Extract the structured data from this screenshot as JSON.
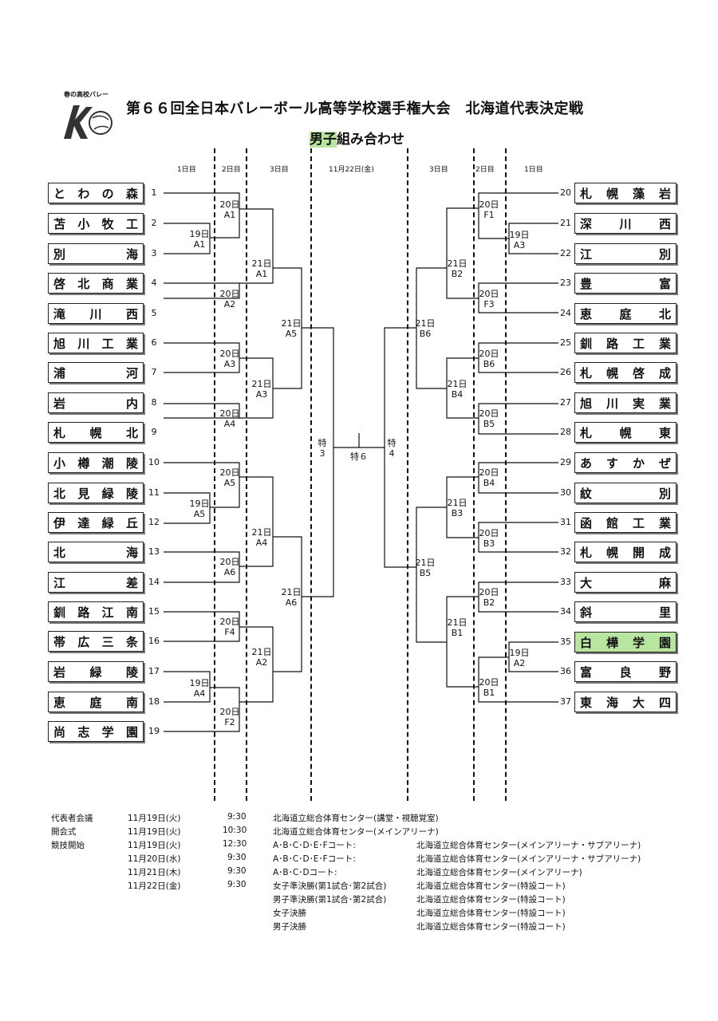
{
  "header": {
    "logo_text": "春の高校バレー",
    "title": "第６６回全日本バレーボール高等学校選手権大会　北海道代表決定戦",
    "subtitle_highlight": "男子",
    "subtitle_rest": "組み合わせ"
  },
  "columns": {
    "left": [
      "1日目",
      "2日目",
      "3日目"
    ],
    "center": "11月22日(金)",
    "right": [
      "3日目",
      "2日目",
      "1日目"
    ]
  },
  "teams_left": [
    {
      "name": "とわの森",
      "seed": "1"
    },
    {
      "name": "苫小牧工",
      "seed": "2"
    },
    {
      "name": "別海",
      "seed": "3"
    },
    {
      "name": "啓北商業",
      "seed": "4"
    },
    {
      "name": "滝川西",
      "seed": "5"
    },
    {
      "name": "旭川工業",
      "seed": "6"
    },
    {
      "name": "浦河",
      "seed": "7"
    },
    {
      "name": "岩内",
      "seed": "8"
    },
    {
      "name": "札幌北",
      "seed": "9"
    },
    {
      "name": "小樽潮陵",
      "seed": "10"
    },
    {
      "name": "北見緑陵",
      "seed": "11"
    },
    {
      "name": "伊達緑丘",
      "seed": "12"
    },
    {
      "name": "北海",
      "seed": "13"
    },
    {
      "name": "江差",
      "seed": "14"
    },
    {
      "name": "釧路江南",
      "seed": "15"
    },
    {
      "name": "帯広三条",
      "seed": "16"
    },
    {
      "name": "岩緑陵",
      "seed": "17"
    },
    {
      "name": "恵庭南",
      "seed": "18"
    },
    {
      "name": "尚志学園",
      "seed": "19"
    }
  ],
  "teams_right": [
    {
      "name": "札幌藻岩",
      "seed": "20"
    },
    {
      "name": "深川西",
      "seed": "21"
    },
    {
      "name": "江別",
      "seed": "22"
    },
    {
      "name": "豊富",
      "seed": "23"
    },
    {
      "name": "恵庭北",
      "seed": "24"
    },
    {
      "name": "釧路工業",
      "seed": "25"
    },
    {
      "name": "札幌啓成",
      "seed": "26"
    },
    {
      "name": "旭川実業",
      "seed": "27"
    },
    {
      "name": "札幌東",
      "seed": "28"
    },
    {
      "name": "あすかぜ",
      "seed": "29"
    },
    {
      "name": "紋別",
      "seed": "30"
    },
    {
      "name": "函館工業",
      "seed": "31"
    },
    {
      "name": "札幌開成",
      "seed": "32"
    },
    {
      "name": "大麻",
      "seed": "33"
    },
    {
      "name": "斜里",
      "seed": "34"
    },
    {
      "name": "白樺学園",
      "seed": "35",
      "highlight": true
    },
    {
      "name": "富良野",
      "seed": "36"
    },
    {
      "name": "東海大四",
      "seed": "37"
    }
  ],
  "match_labels": {
    "l19a1": [
      "19日",
      "A1"
    ],
    "l20a1": [
      "20日",
      "A1"
    ],
    "l20a2": [
      "20日",
      "A2"
    ],
    "l20a3": [
      "20日",
      "A3"
    ],
    "l20a4": [
      "20日",
      "A4"
    ],
    "l19a5": [
      "19日",
      "A5"
    ],
    "l20a5": [
      "20日",
      "A5"
    ],
    "l20a6": [
      "20日",
      "A6"
    ],
    "l20f4": [
      "20日",
      "F4"
    ],
    "l19a4": [
      "19日",
      "A4"
    ],
    "l20f2": [
      "20日",
      "F2"
    ],
    "l21a1": [
      "21日",
      "A1"
    ],
    "l21a3": [
      "21日",
      "A3"
    ],
    "l21a4": [
      "21日",
      "A4"
    ],
    "l21a2": [
      "21日",
      "A2"
    ],
    "l21a5": [
      "21日",
      "A5"
    ],
    "l21a6": [
      "21日",
      "A6"
    ],
    "sf3": [
      "特",
      "3"
    ],
    "fin": [
      "特６"
    ],
    "sf4": [
      "特",
      "4"
    ],
    "r20f1": [
      "20日",
      "F1"
    ],
    "r19a3": [
      "19日",
      "A3"
    ],
    "r20f3": [
      "20日",
      "F3"
    ],
    "r20b6": [
      "20日",
      "B6"
    ],
    "r20b5": [
      "20日",
      "B5"
    ],
    "r20b4": [
      "20日",
      "B4"
    ],
    "r20b3": [
      "20日",
      "B3"
    ],
    "r20b2": [
      "20日",
      "B2"
    ],
    "r19a2": [
      "19日",
      "A2"
    ],
    "r20b1": [
      "20日",
      "B1"
    ],
    "r21b2": [
      "21日",
      "B2"
    ],
    "r21b4": [
      "21日",
      "B4"
    ],
    "r21b3": [
      "21日",
      "B3"
    ],
    "r21b1": [
      "21日",
      "B1"
    ],
    "r21b6": [
      "21日",
      "B6"
    ],
    "r21b5": [
      "21日",
      "B5"
    ]
  },
  "schedule": {
    "rows": [
      {
        "event": "代表者会議",
        "date": "11月19日(火)",
        "time": "9:30",
        "court": "北海道立総合体育センター(講堂・視聴覚室)",
        "venue": ""
      },
      {
        "event": "開会式",
        "date": "11月19日(火)",
        "time": "10:30",
        "court": "北海道立総合体育センター(メインアリーナ)",
        "venue": ""
      },
      {
        "event": "競技開始",
        "date": "11月19日(火)",
        "time": "12:30",
        "court": "A･B･C･D･E･Fコート:",
        "venue": "北海道立総合体育センター(メインアリーナ・サブアリーナ)"
      },
      {
        "event": "",
        "date": "11月20日(水)",
        "time": "9:30",
        "court": "A･B･C･D･E･Fコート:",
        "venue": "北海道立総合体育センター(メインアリーナ・サブアリーナ)"
      },
      {
        "event": "",
        "date": "11月21日(木)",
        "time": "9:30",
        "court": "A･B･C･Dコート:",
        "venue": "北海道立総合体育センター(メインアリーナ)"
      },
      {
        "event": "",
        "date": "11月22日(金)",
        "time": "9:30",
        "court": "女子準決勝(第1試合･第2試合)",
        "venue": "北海道立総合体育センター(特設コート)"
      },
      {
        "event": "",
        "date": "",
        "time": "",
        "court": "男子準決勝(第1試合･第2試合)",
        "venue": "北海道立総合体育センター(特設コート)"
      },
      {
        "event": "",
        "date": "",
        "time": "",
        "court": "女子決勝",
        "venue": "北海道立総合体育センター(特設コート)"
      },
      {
        "event": "",
        "date": "",
        "time": "",
        "court": "男子決勝",
        "venue": "北海道立総合体育センター(特設コート)"
      }
    ]
  }
}
